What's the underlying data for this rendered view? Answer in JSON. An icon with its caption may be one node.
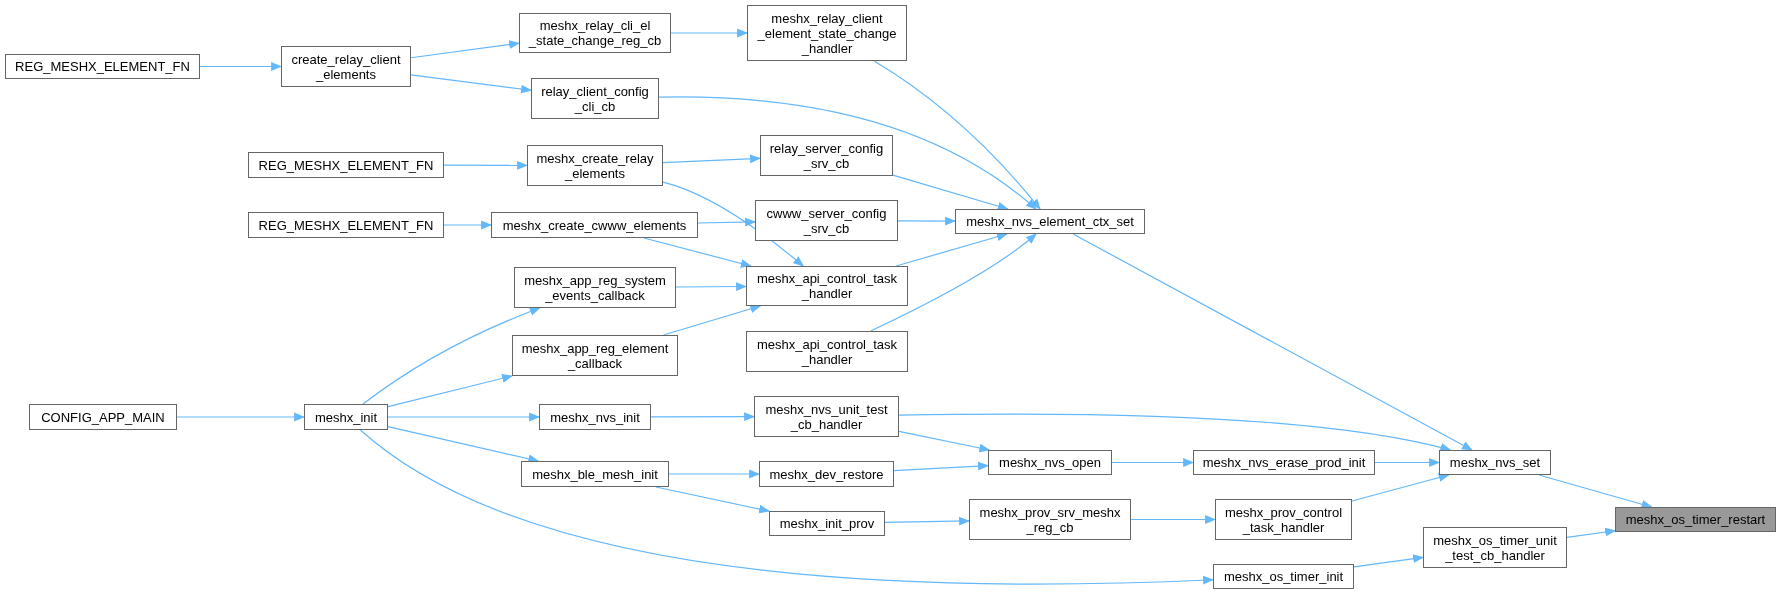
{
  "diagram": {
    "nodes": [
      {
        "text": [
          "REG_MESHX_ELEMENT_FN"
        ]
      },
      {
        "text": [
          "create_relay_client _elements"
        ]
      },
      {
        "text": [
          "meshx_relay_cli_el _state_change_reg_cb"
        ]
      },
      {
        "text": [
          "relay_client_config _cli_cb"
        ]
      },
      {
        "text": [
          "meshx_relay_client _element_state_change _handler"
        ]
      },
      {
        "text": [
          "REG_MESHX_ELEMENT_FN"
        ]
      },
      {
        "text": [
          "meshx_create_relay _elements"
        ]
      },
      {
        "text": [
          "relay_server_config _srv_cb"
        ]
      },
      {
        "text": [
          "REG_MESHX_ELEMENT_FN"
        ]
      },
      {
        "text": [
          "meshx_create_cwww_elements"
        ]
      },
      {
        "text": [
          "cwww_server_config _srv_cb"
        ]
      },
      {
        "text": [
          "meshx_nvs_element_ctx_set"
        ]
      },
      {
        "text": [
          "meshx_app_reg_system _events_callback"
        ]
      },
      {
        "text": [
          "meshx_api_control_task _handler"
        ]
      },
      {
        "text": [
          "meshx_app_reg_element _callback"
        ]
      },
      {
        "text": [
          "meshx_api_control_task _handler"
        ]
      },
      {
        "text": [
          "CONFIG_APP_MAIN"
        ]
      },
      {
        "text": [
          "meshx_init"
        ]
      },
      {
        "text": [
          "meshx_nvs_init"
        ]
      },
      {
        "text": [
          "meshx_nvs_unit_test _cb_handler"
        ]
      },
      {
        "text": [
          "meshx_ble_mesh_init"
        ]
      },
      {
        "text": [
          "meshx_dev_restore"
        ]
      },
      {
        "text": [
          "meshx_nvs_open"
        ]
      },
      {
        "text": [
          "meshx_nvs_erase_prod_init"
        ]
      },
      {
        "text": [
          "meshx_nvs_set"
        ]
      },
      {
        "text": [
          "meshx_init_prov"
        ]
      },
      {
        "text": [
          "meshx_prov_srv_meshx _reg_cb"
        ]
      },
      {
        "text": [
          "meshx_prov_control _task_handler"
        ]
      },
      {
        "text": [
          "meshx_os_timer_init"
        ]
      },
      {
        "text": [
          "meshx_os_timer_unit _test_cb_handler"
        ]
      },
      {
        "text": [
          "meshx_os_timer_restart"
        ]
      }
    ],
    "edges": [
      {
        "from": 0,
        "to": 1,
        "arrow": "to"
      },
      {
        "from": 1,
        "to": 2,
        "arrow": "to"
      },
      {
        "from": 1,
        "to": 3,
        "arrow": "to"
      },
      {
        "from": 2,
        "to": 4,
        "arrow": "to"
      },
      {
        "from": 4,
        "to": 11,
        "arrow": "to"
      },
      {
        "from": 3,
        "to": 11,
        "arrow": "to"
      },
      {
        "from": 5,
        "to": 6,
        "arrow": "to"
      },
      {
        "from": 6,
        "to": 7,
        "arrow": "to"
      },
      {
        "from": 6,
        "to": 13,
        "arrow": "to"
      },
      {
        "from": 7,
        "to": 11,
        "arrow": "to"
      },
      {
        "from": 8,
        "to": 9,
        "arrow": "to"
      },
      {
        "from": 9,
        "to": 10,
        "arrow": "to"
      },
      {
        "from": 9,
        "to": 13,
        "arrow": "to"
      },
      {
        "from": 10,
        "to": 11,
        "arrow": "to"
      },
      {
        "from": 12,
        "to": 13,
        "arrow": "to"
      },
      {
        "from": 14,
        "to": 13,
        "arrow": "to"
      },
      {
        "from": 13,
        "to": 11,
        "arrow": "to"
      },
      {
        "from": 15,
        "to": 11,
        "arrow": "to"
      },
      {
        "from": 16,
        "to": 17,
        "arrow": "to"
      },
      {
        "from": 17,
        "to": 12,
        "arrow": "to"
      },
      {
        "from": 17,
        "to": 14,
        "arrow": "to"
      },
      {
        "from": 17,
        "to": 18,
        "arrow": "to"
      },
      {
        "from": 17,
        "to": 20,
        "arrow": "to"
      },
      {
        "from": 17,
        "to": 28,
        "arrow": "to"
      },
      {
        "from": 18,
        "to": 19,
        "arrow": "to"
      },
      {
        "from": 19,
        "to": 24,
        "arrow": "to"
      },
      {
        "from": 19,
        "to": 22,
        "arrow": "to"
      },
      {
        "from": 20,
        "to": 21,
        "arrow": "to"
      },
      {
        "from": 20,
        "to": 25,
        "arrow": "to"
      },
      {
        "from": 21,
        "to": 22,
        "arrow": "to"
      },
      {
        "from": 22,
        "to": 23,
        "arrow": "to"
      },
      {
        "from": 23,
        "to": 24,
        "arrow": "to"
      },
      {
        "from": 25,
        "to": 26,
        "arrow": "to"
      },
      {
        "from": 26,
        "to": 27,
        "arrow": "to"
      },
      {
        "from": 27,
        "to": 24,
        "arrow": "to"
      },
      {
        "from": 11,
        "to": 24,
        "arrow": "to"
      },
      {
        "from": 24,
        "to": 30,
        "arrow": "to"
      },
      {
        "from": 28,
        "to": 29,
        "arrow": "to"
      },
      {
        "from": 29,
        "to": 30,
        "arrow": "to"
      }
    ]
  }
}
